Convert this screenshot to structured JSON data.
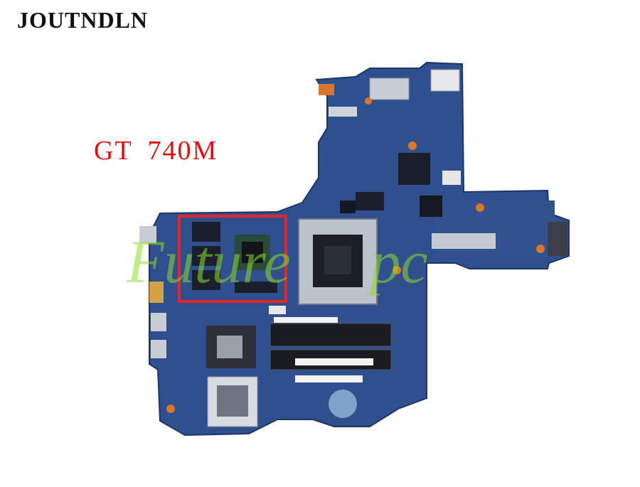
{
  "brand": "JOUTNDLN",
  "gpu_label": "GT 740M",
  "watermark": "Future pc",
  "colors": {
    "pcb": "#2f4f8f",
    "pcb_dark": "#233d73",
    "highlight": "#e3262a",
    "label_text": "#e01010",
    "watermark": "#8cdc28"
  }
}
